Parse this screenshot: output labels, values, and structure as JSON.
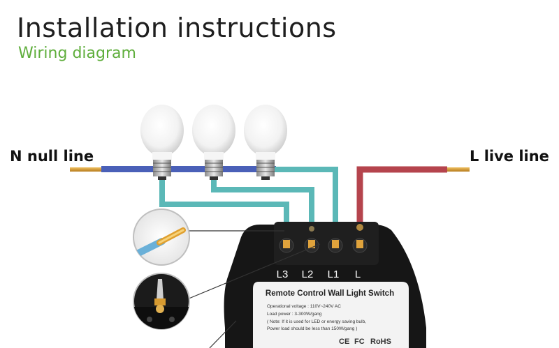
{
  "header": {
    "title": "Installation instructions",
    "subtitle": "Wiring diagram"
  },
  "wires": {
    "neutral_label": "N null line",
    "live_label": "L live line"
  },
  "device": {
    "terminals": [
      "L3",
      "L2",
      "L1",
      "L"
    ],
    "label_title": "Remote Control Wall Light Switch",
    "spec_lines": [
      "Operational voltage : 110V~240V AC",
      "Load power : 3-300W/gang",
      "( Note: If it is used for LED or energy saving bulb,",
      "Power load should be less than 150W/gang )"
    ],
    "certifications": [
      "CE",
      "FC",
      "RoHS"
    ]
  },
  "colors": {
    "neutral": "#4a60b8",
    "live": "#b5444d",
    "load": "#5bb8b7",
    "subtitle": "#5fae3c"
  }
}
